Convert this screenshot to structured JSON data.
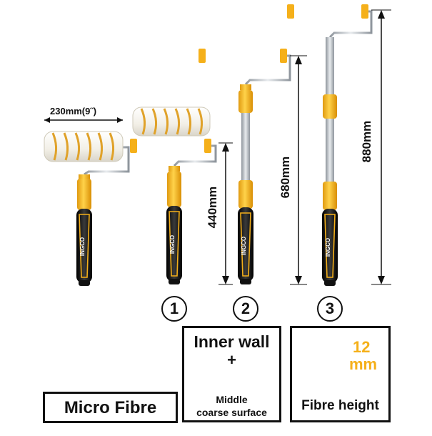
{
  "dimensions": {
    "width_label": "230mm(9˝)",
    "set2_height": "440mm",
    "set3_height": "680mm",
    "set4_height": "880mm"
  },
  "brand": "INGCO",
  "numbers": [
    "1",
    "2",
    "3"
  ],
  "labels": {
    "micro_fibre": "Micro Fibre",
    "inner_wall": "Inner wall",
    "plus": "+",
    "surface_line1": "Middle",
    "surface_line2": "coarse surface",
    "fibre_value": "12",
    "fibre_unit": "mm",
    "fibre_height": "Fibre height"
  },
  "colors": {
    "yellow": "#f5b01a",
    "grip": "#1d1d1d",
    "metal": "#b9bec4",
    "fibre": "#f4f2ea",
    "stripe": "#e2a12a"
  }
}
